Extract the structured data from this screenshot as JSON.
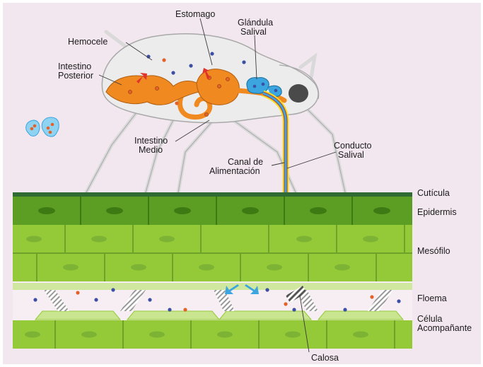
{
  "colors": {
    "background": "#f2e6ef",
    "plant_dark": "#5c9e23",
    "plant_mid": "#94c938",
    "plant_light": "#c9e58f",
    "cuticle": "#2f6b33",
    "nucleus": "#6aa23a",
    "insect_body": "#ececec",
    "insect_outline": "#a9a9a9",
    "gut": "#f08a20",
    "saliva": "#3aa5de",
    "food_canal_outline": "#f5e12a",
    "callose": "#555555",
    "particle_blue": "#3d4fa3",
    "particle_orange": "#e2622a",
    "arrow_red": "#e0342b"
  },
  "labels": {
    "estomago": "Estomago",
    "glandula_1": "Glándula",
    "glandula_2": "Salival",
    "hemocele": "Hemocele",
    "intestino_posterior_1": "Intestino",
    "intestino_posterior_2": "Posterior",
    "intestino_medio_1": "Intestino",
    "intestino_medio_2": "Medio",
    "conducto_1": "Conducto",
    "conducto_2": "Salival",
    "canal_1": "Canal de",
    "canal_2": "Alimentación",
    "cuticula": "Cutícula",
    "epidermis": "Epidermis",
    "mesofilo": "Mesófilo",
    "floema": "Floema",
    "celula_1": "Célula",
    "celula_2": "Acompañante",
    "calosa": "Calosa"
  }
}
